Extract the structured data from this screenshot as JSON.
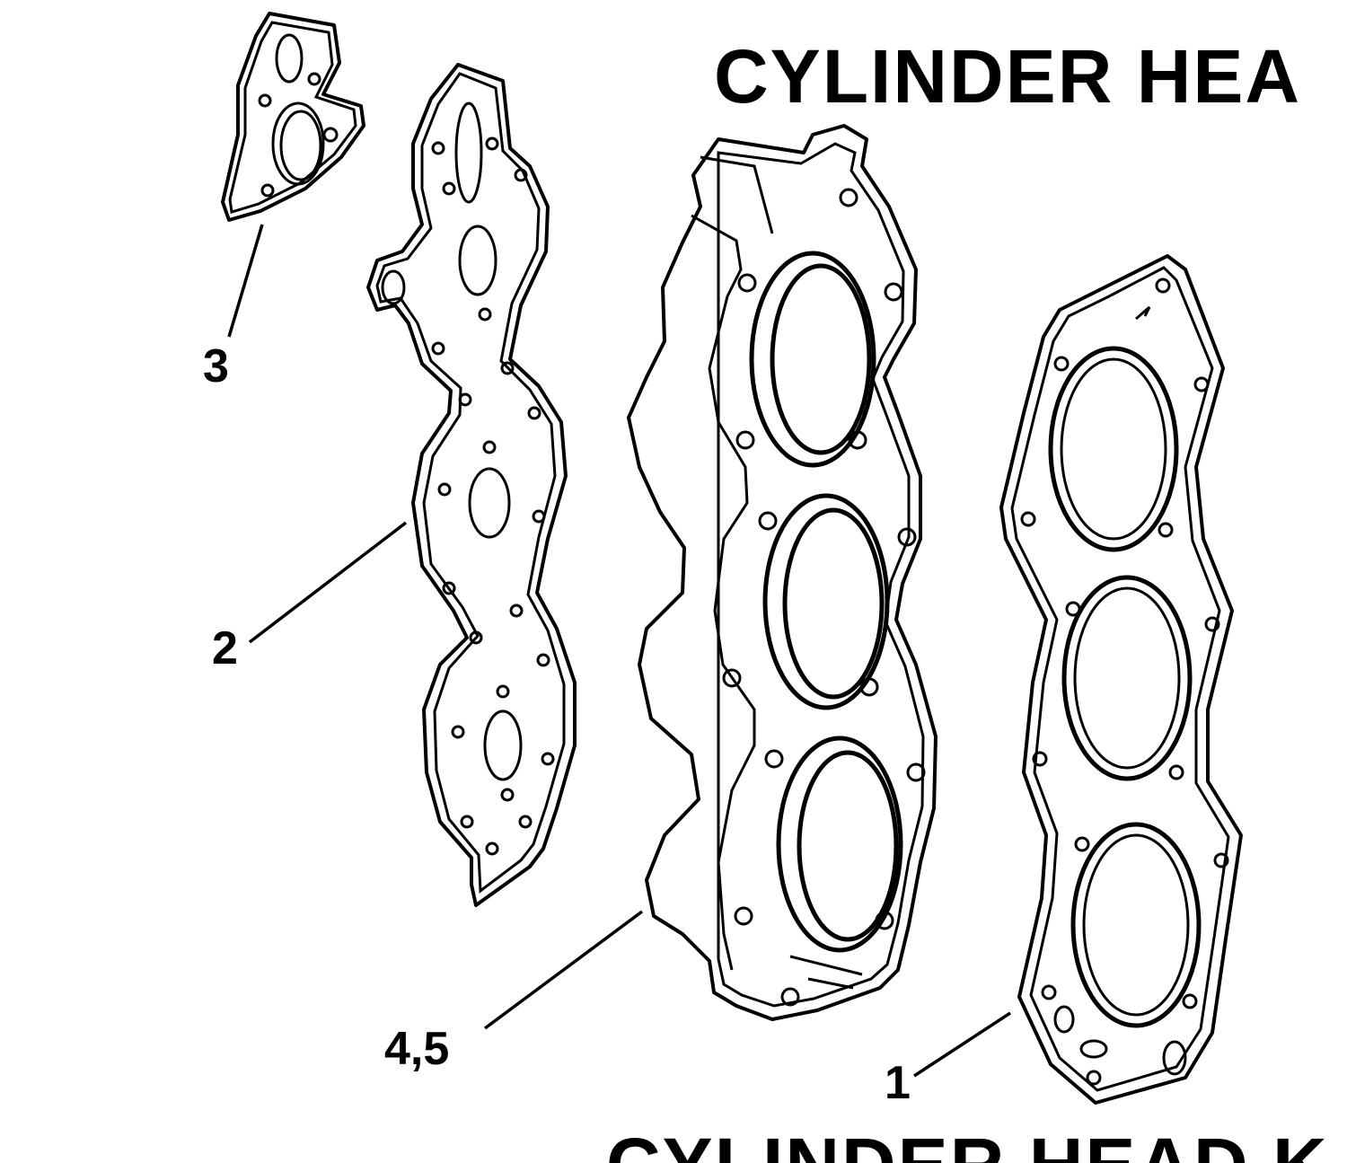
{
  "titles": {
    "top": "CYLINDER HEA",
    "bottom": "CYLINDER HEAD K"
  },
  "callouts": {
    "part_3": "3",
    "part_2": "2",
    "part_4_5": "4,5",
    "part_1": "1"
  },
  "colors": {
    "ink": "#000000",
    "paper": "#ffffff"
  }
}
